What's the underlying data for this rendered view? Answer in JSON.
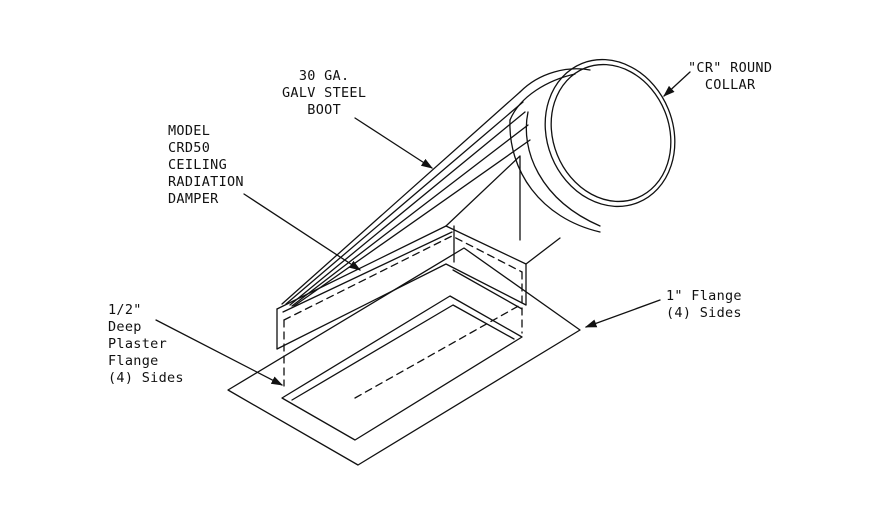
{
  "title": "",
  "colors": {
    "line": "#111111",
    "background": "#ffffff"
  },
  "labels": {
    "boot": [
      "30 GA.",
      "GALV STEEL",
      "BOOT"
    ],
    "collar": [
      "\"CR\" ROUND",
      "COLLAR"
    ],
    "damper": [
      "MODEL",
      "CRD50",
      "CEILING",
      "RADIATION",
      "DAMPER"
    ],
    "plaster_flange": [
      "1/2\"",
      "Deep",
      "Plaster",
      "Flange",
      "(4) Sides"
    ],
    "flange": [
      "1\" Flange",
      "(4) Sides"
    ]
  }
}
